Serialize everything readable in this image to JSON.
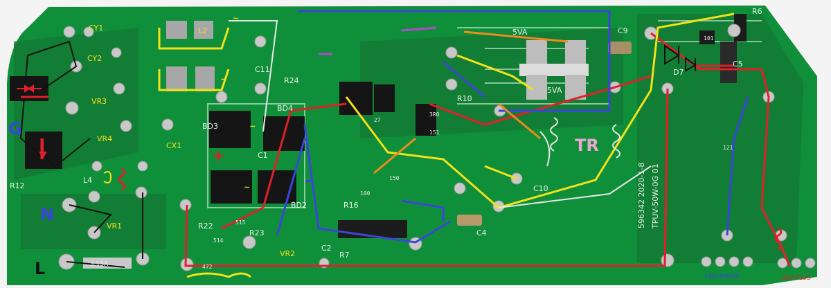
{
  "labels": {
    "g": "G",
    "n": "N",
    "l": "L",
    "tr": "TR",
    "plus": "+",
    "minus": "–",
    "tilde": "~",
    "cy1": "CY1",
    "cy2": "CY2",
    "l2": "L2",
    "l4": "L4",
    "vr1": "VR1",
    "vr2": "VR2",
    "vr3": "VR3",
    "vr4": "VR4",
    "cx1": "CX1",
    "c1": "C1",
    "c2": "C2",
    "c4": "C4",
    "c5": "C5",
    "c9": "C9",
    "c10": "C10",
    "c11": "C11",
    "bd2": "BD2",
    "bd3": "BD3",
    "bd4": "BD4",
    "d7": "D7",
    "r6": "R6",
    "r7": "R7",
    "r12": "R12",
    "r16": "R16",
    "r22": "R22",
    "r23": "R23",
    "r24": "R24",
    "r10": "R10",
    "fuse": "3.15A",
    "board_id": "596342  2020-1-8",
    "board_name": "TPUV-50W-0G 01",
    "led_minus": "LED MINUS",
    "led_plus": "LED PLUS",
    "trace_5va": "5VA",
    "trace_5va_b": "5VA",
    "smd_472": "472",
    "smd_514": "514",
    "smd_515": "515",
    "smd_150": "150",
    "smd_27": "27",
    "smd_100": "100",
    "smd_101": "101",
    "smd_121": "121",
    "smd_3r0": "3R0",
    "smd_151": "151"
  }
}
